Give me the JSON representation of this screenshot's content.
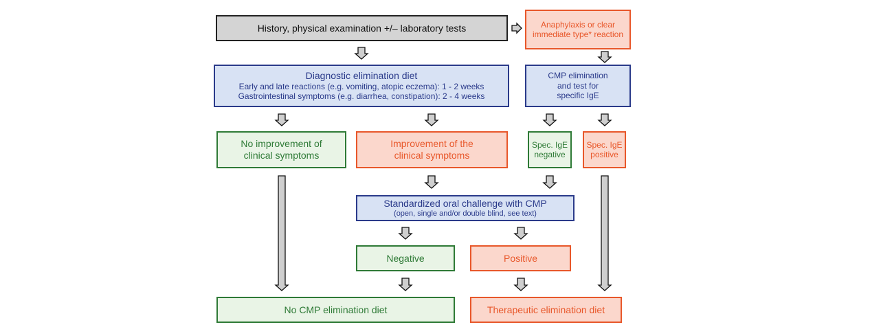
{
  "boxes": {
    "history": "History, physical examination +/– laboratory tests",
    "anaphylaxis": [
      "Anaphylaxis or clear",
      "immediate type* reaction"
    ],
    "diagnostic": {
      "title": "Diagnostic elimination diet",
      "line1": "Early and late reactions (e.g. vomiting, atopic eczema): 1 - 2 weeks",
      "line2": "Gastrointestinal symptoms (e.g. diarrhea, constipation): 2 - 4 weeks"
    },
    "cmp_elim": [
      "CMP elimination",
      "and test for",
      "specific IgE"
    ],
    "no_improvement": [
      "No improvement of",
      "clinical symptoms"
    ],
    "improvement": [
      "Improvement of the",
      "clinical symptoms"
    ],
    "ige_neg": [
      "Spec. IgE",
      "negative"
    ],
    "ige_pos": [
      "Spec. IgE",
      "positive"
    ],
    "challenge": {
      "title": "Standardized oral challenge with CMP",
      "sub": "(open, single and/or double blind, see text)"
    },
    "negative": "Negative",
    "positive": "Positive",
    "no_cmp": "No CMP elimination diet",
    "therapeutic": "Therapeutic elimination diet"
  },
  "colors": {
    "gray_fill": "#d4d4d4",
    "blue_fill": "#d8e2f4",
    "blue_border": "#2a3a8a",
    "orange_fill": "#fbd7cc",
    "orange_border": "#e8572a",
    "green_fill": "#e9f4e6",
    "green_border": "#2e7a36"
  }
}
